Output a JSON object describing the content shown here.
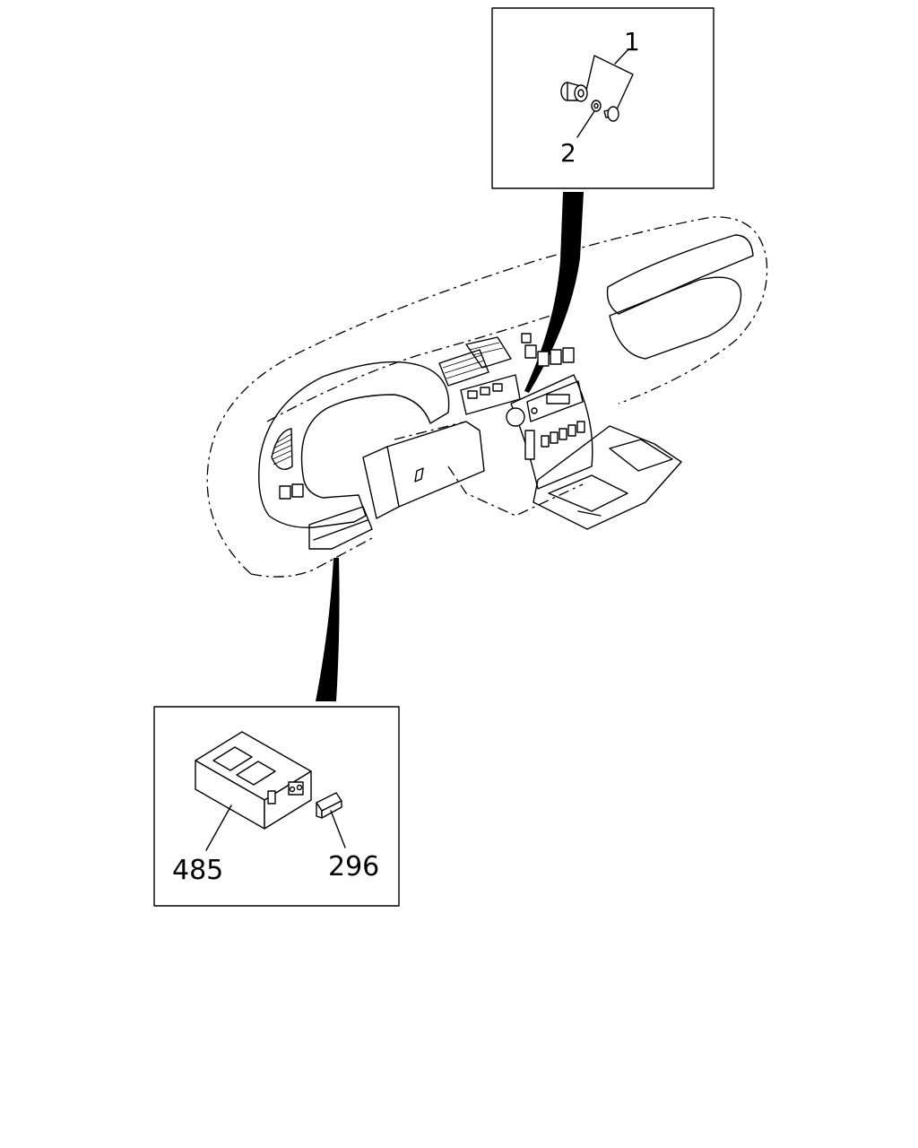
{
  "diagram": {
    "callouts": {
      "part_1": "1",
      "part_2": "2",
      "part_485": "485",
      "part_296": "296"
    }
  }
}
